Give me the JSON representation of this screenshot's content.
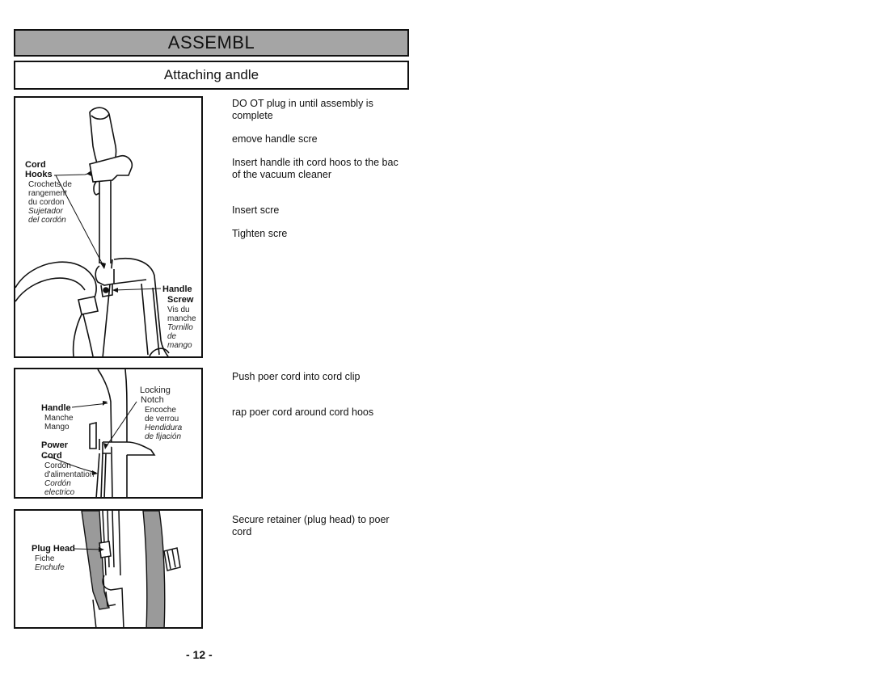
{
  "header": {
    "title": "ASSEMBL",
    "subtitle": "Attaching andle"
  },
  "panel1": {
    "cord_hooks_bold_1": "Cord",
    "cord_hooks_bold_2": "Hooks",
    "cord_hooks_fr_1": "Crochets de",
    "cord_hooks_fr_2": "rangement",
    "cord_hooks_fr_3": "du cordon",
    "cord_hooks_es_1": "Sujetador",
    "cord_hooks_es_2": "del cordón",
    "handle_screw_bold_1": "Handle",
    "handle_screw_bold_2": "Screw",
    "handle_screw_fr_1": "Vis du",
    "handle_screw_fr_2": "manche",
    "handle_screw_es_1": "Tornillo",
    "handle_screw_es_2": "de mango"
  },
  "panel2": {
    "locking_1": "Locking",
    "locking_2": "Notch",
    "locking_fr_1": "Encoche",
    "locking_fr_2": "de verrou",
    "locking_es_1": "Hendidura",
    "locking_es_2": "de fijación",
    "handle_bold": "Handle",
    "handle_fr": "Manche",
    "handle_es": "Mango",
    "power_bold_1": "Power",
    "power_bold_2": "Cord",
    "power_fr_1": "Cordon",
    "power_fr_2": "d'alimentation",
    "power_es_1": "Cordón",
    "power_es_2": "electrico"
  },
  "panel3": {
    "plug_bold": "Plug Head",
    "plug_fr": "Fiche",
    "plug_es": "Enchufe"
  },
  "steps": [
    "DO OT plug in until assembly is complete",
    "emove handle scre",
    "Insert handle ith cord hoos to the bac of the vacuum cleaner",
    "Insert scre",
    "Tighten scre",
    "Push poer cord into cord clip",
    "rap poer cord around cord hoos",
    "Secure retainer (plug head) to poer cord"
  ],
  "footer": {
    "page_number": "- 12 -"
  }
}
